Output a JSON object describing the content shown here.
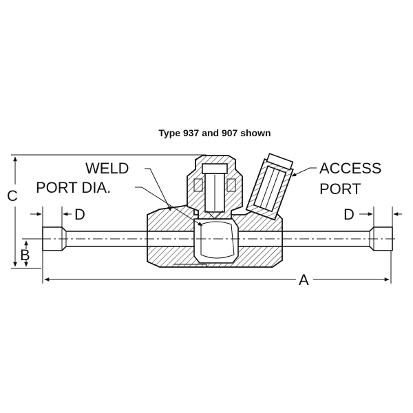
{
  "caption": "Type 937 and 907 shown",
  "labels": {
    "weld": "WELD",
    "port_dia": "PORT DIA.",
    "access": "ACCESS",
    "port": "PORT",
    "dim_a": "A",
    "dim_b": "B",
    "dim_c": "C",
    "dim_d_left": "D",
    "dim_d_right": "D"
  }
}
